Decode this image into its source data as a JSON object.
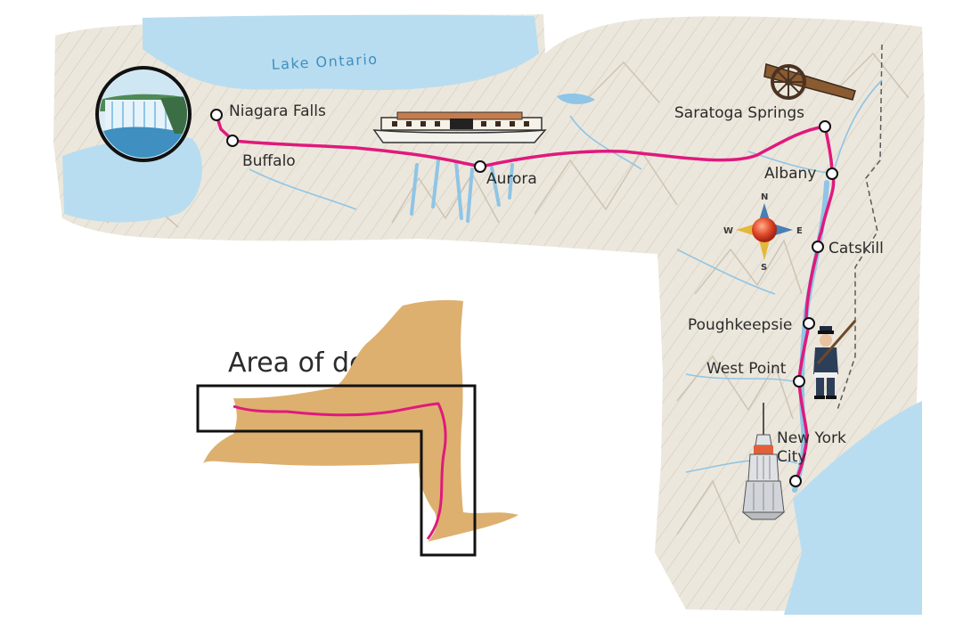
{
  "lake_label": "Lake Ontario",
  "cities": [
    {
      "name": "Niagara Falls"
    },
    {
      "name": "Buffalo"
    },
    {
      "name": "Aurora"
    },
    {
      "name": "Saratoga Springs"
    },
    {
      "name": "Albany"
    },
    {
      "name": "Catskill"
    },
    {
      "name": "Poughkeepsie"
    },
    {
      "name": "West Point"
    },
    {
      "name": "New York City",
      "line1": "New York",
      "line2": "City"
    }
  ],
  "compass": {
    "north": "N",
    "south": "S",
    "east": "E",
    "west": "W"
  },
  "inset": {
    "title": "Area of detail"
  },
  "icons": [
    "waterfall-icon",
    "steamboat-icon",
    "cannon-icon",
    "soldier-icon",
    "skyscraper-icon",
    "compass-rose-icon"
  ],
  "colors": {
    "route": "#e0197d",
    "land": "#ece7dc",
    "water": "#b9ddf0",
    "inset_state": "#ddb06f"
  }
}
